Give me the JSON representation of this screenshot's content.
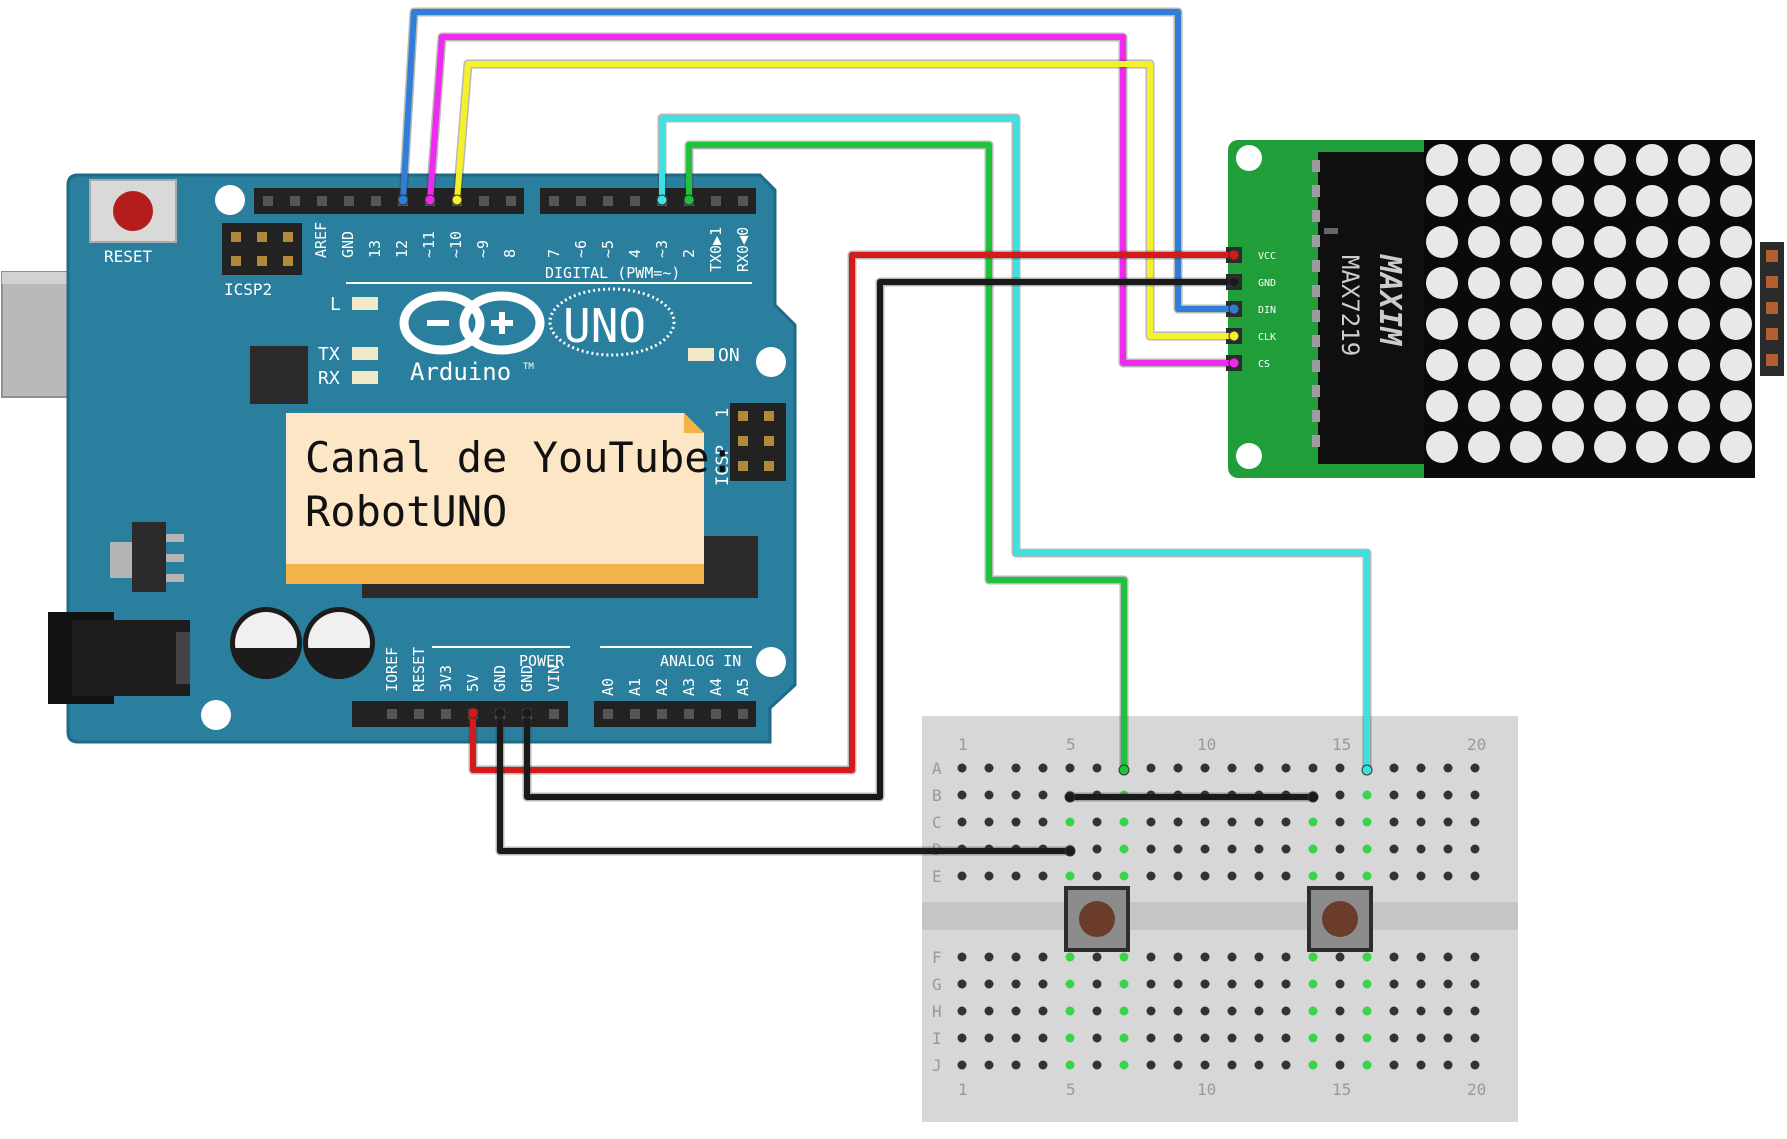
{
  "colors": {
    "board": "#2a7f9e",
    "board_edge": "#1f6a86",
    "matrix_pcb": "#1f9e3a",
    "breadboard": "#d7d7d7",
    "note_bg": "#fde6c6",
    "note_bar": "#f3b24a",
    "wire_blue": "#2f7fd6",
    "wire_magenta": "#ee2aee",
    "wire_yellow": "#f6f02a",
    "wire_cyan": "#3fe0e0",
    "wire_green": "#1fc23a",
    "wire_red": "#d41a1a",
    "wire_black": "#1a1a1a"
  },
  "arduino": {
    "reset_label": "RESET",
    "icsp2_label": "ICSP2",
    "icsp_label": "ICSP",
    "icsp_pin1": "1",
    "led_l": "L",
    "led_tx": "TX",
    "led_rx": "RX",
    "on_label": "ON",
    "logo_uno": "UNO",
    "logo_arduino": "Arduino",
    "logo_tm": "TM",
    "digital_title": "DIGITAL (PWM=~)",
    "digital_pins": [
      "AREF",
      "GND",
      "13",
      "12",
      "~11",
      "~10",
      "~9",
      "8",
      "7",
      "~6",
      "~5",
      "4",
      "~3",
      "2",
      "TX0▶1",
      "RX0◀0"
    ],
    "power_title": "POWER",
    "power_pins": [
      "IOREF",
      "RESET",
      "3V3",
      "5V",
      "GND",
      "GND",
      "VIN"
    ],
    "analog_title": "ANALOG IN",
    "analog_pins": [
      "A0",
      "A1",
      "A2",
      "A3",
      "A4",
      "A5"
    ]
  },
  "note": {
    "line1": "Canal de YouTube:",
    "line2": "RobotUNO"
  },
  "matrix": {
    "chip_label": "MAX7219",
    "brand": "MAXIM",
    "pins": [
      "VCC",
      "GND",
      "DIN",
      "CLK",
      "CS"
    ]
  },
  "breadboard": {
    "rows_top": [
      "A",
      "B",
      "C",
      "D",
      "E"
    ],
    "rows_bottom": [
      "F",
      "G",
      "H",
      "I",
      "J"
    ],
    "column_numbers": [
      "1",
      "5",
      "10",
      "15",
      "20"
    ]
  }
}
